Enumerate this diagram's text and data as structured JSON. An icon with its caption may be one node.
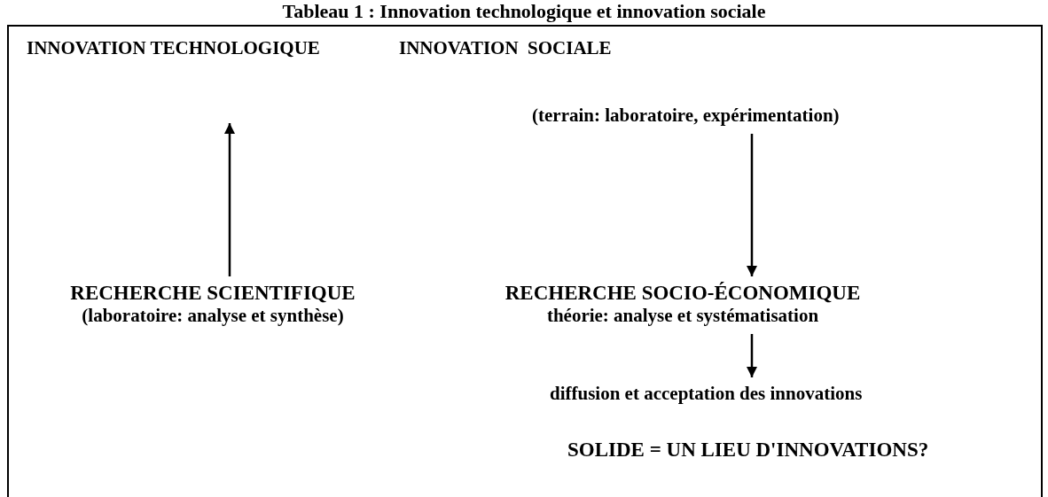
{
  "diagram": {
    "title": "Tableau 1 : Innovation technologique et innovation sociale",
    "nodes": [
      {
        "text": [
          "INNOVATION TECHNOLOGIQUE"
        ]
      },
      {
        "text": [
          "INNOVATION  SOCIALE"
        ]
      },
      {
        "text": [
          "(terrain: laboratoire, expérimentation)"
        ]
      },
      {
        "text": [
          "RECHERCHE SCIENTIFIQUE",
          "(laboratoire: analyse et synthèse)"
        ]
      },
      {
        "text": [
          "RECHERCHE SOCIO-ÉCONOMIQUE",
          "théorie: analyse et systématisation"
        ]
      },
      {
        "text": [
          "diffusion et acceptation des innovations"
        ]
      }
    ],
    "edges": [
      {
        "from": 3,
        "to": 0,
        "arrow": "to"
      },
      {
        "from": 2,
        "to": 4,
        "arrow": "to"
      },
      {
        "from": 4,
        "to": 5,
        "arrow": "to"
      }
    ],
    "labels": [
      "SOLIDE = UN LIEU D'INNOVATIONS?"
    ]
  }
}
